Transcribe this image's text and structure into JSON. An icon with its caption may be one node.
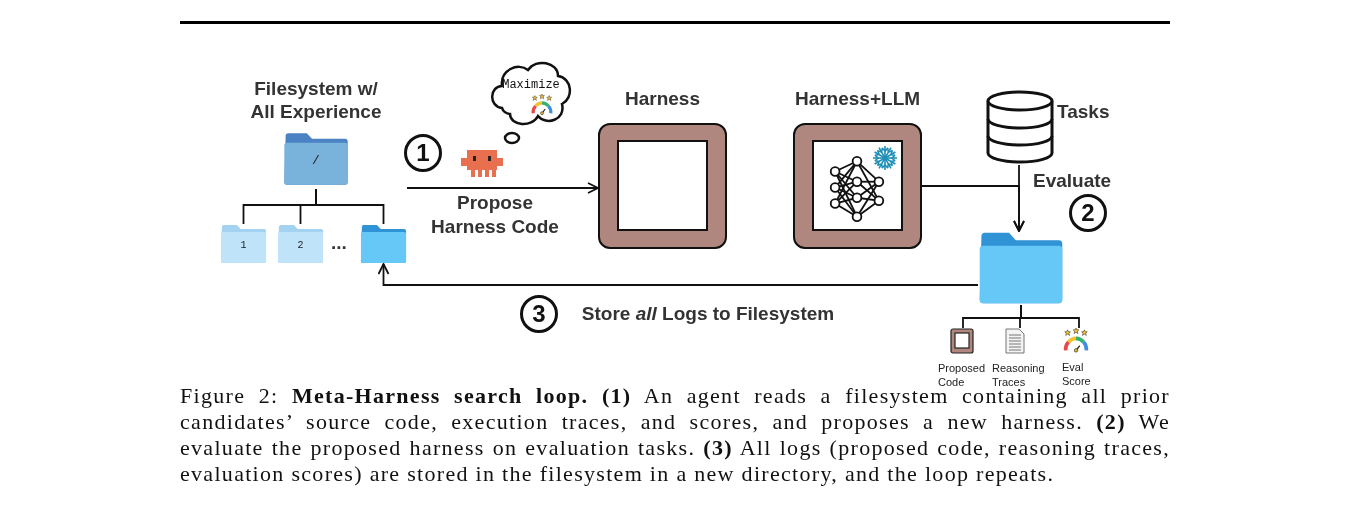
{
  "diagram": {
    "caption": "Figure 2:  **Meta-Harness search loop.** **(1)** An agent reads a filesystem containing all prior candidates’ source code, execution traces, and scores, and proposes a new harness. **(2)** We evaluate the proposed harness on evaluation tasks. **(3)** All logs (proposed code, reasoning traces, evaluation scores) are stored in the filesystem in a new directory, and the loop repeats.",
    "nodes": [
      {
        "text": [
          "Filesystem w/ All Experience",
          "/"
        ]
      },
      {
        "text": [
          "1"
        ]
      },
      {
        "text": [
          "2"
        ]
      },
      {
        "text": [],
        "shape": "folder"
      },
      {
        "text": [
          "Harness"
        ]
      },
      {
        "text": [
          "Harness+LLM"
        ]
      },
      {
        "text": [
          "Tasks"
        ]
      },
      {
        "text": [],
        "shape": "folder"
      },
      {
        "text": [
          "Proposed Code"
        ]
      },
      {
        "text": [
          "Reasoning Traces"
        ]
      },
      {
        "text": [
          "Eval Score"
        ]
      },
      {
        "text": [
          "Maximize"
        ]
      }
    ],
    "edges": [
      {
        "from": null,
        "to": 4,
        "arrow": "to",
        "label": "Propose Harness Code"
      },
      {
        "from": 0,
        "to": 1,
        "arrow": "none"
      },
      {
        "from": 0,
        "to": 2,
        "arrow": "none"
      },
      {
        "from": 0,
        "to": 3,
        "arrow": "none"
      },
      {
        "from": 5,
        "to": 7,
        "arrow": "to"
      },
      {
        "from": 6,
        "to": 7,
        "arrow": "to"
      },
      {
        "from": 7,
        "to": 3,
        "arrow": "to",
        "label": "Store *all* Logs to Filesystem"
      },
      {
        "from": 7,
        "to": 8,
        "arrow": "none"
      },
      {
        "from": 7,
        "to": 9,
        "arrow": "none"
      },
      {
        "from": 7,
        "to": 10,
        "arrow": "none"
      }
    ],
    "labels": [
      "1",
      "...",
      "Evaluate",
      "2",
      "3"
    ]
  }
}
